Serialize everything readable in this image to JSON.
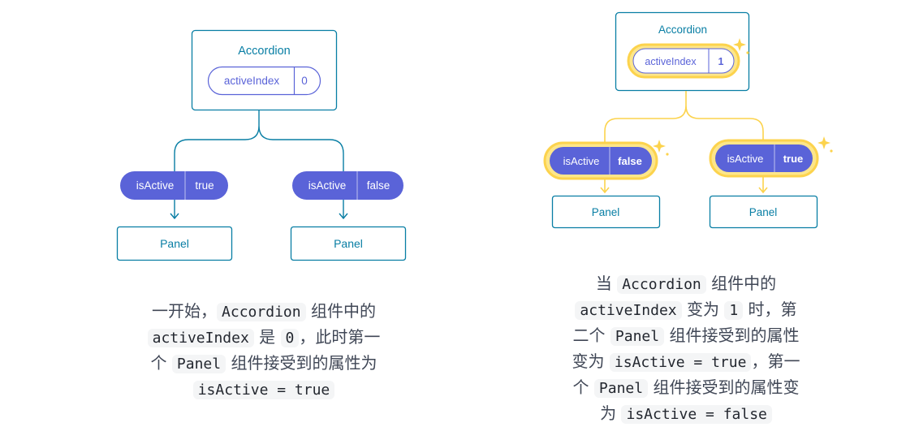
{
  "colors": {
    "box_border": "#087ea4",
    "box_text": "#087ea4",
    "pill_fill": "#5a63d8",
    "pill_text": "#ffffff",
    "connector_left": "#087ea4",
    "highlight": "#fcd34d",
    "highlight_glow": "#fde68a",
    "state_border": "#5a63d8",
    "state_text": "#5a63d8"
  },
  "left": {
    "parent_label": "Accordion",
    "state_name": "activeIndex",
    "state_value": "0",
    "children": [
      {
        "prop_name": "isActive",
        "prop_value": "true",
        "label": "Panel"
      },
      {
        "prop_name": "isActive",
        "prop_value": "false",
        "label": "Panel"
      }
    ],
    "caption": [
      {
        "t": "text",
        "v": "一开始，"
      },
      {
        "t": "code",
        "v": "Accordion"
      },
      {
        "t": "text",
        "v": " 组件中的"
      },
      {
        "t": "br"
      },
      {
        "t": "code",
        "v": "activeIndex"
      },
      {
        "t": "text",
        "v": " 是 "
      },
      {
        "t": "code",
        "v": "0"
      },
      {
        "t": "text",
        "v": "，此时第一"
      },
      {
        "t": "br"
      },
      {
        "t": "text",
        "v": "个 "
      },
      {
        "t": "code",
        "v": "Panel"
      },
      {
        "t": "text",
        "v": " 组件接受到的属性为"
      },
      {
        "t": "br"
      },
      {
        "t": "code",
        "v": "isActive = true"
      }
    ]
  },
  "right": {
    "parent_label": "Accordion",
    "state_name": "activeIndex",
    "state_value": "1",
    "children": [
      {
        "prop_name": "isActive",
        "prop_value": "false",
        "label": "Panel"
      },
      {
        "prop_name": "isActive",
        "prop_value": "true",
        "label": "Panel"
      }
    ],
    "caption": [
      {
        "t": "text",
        "v": "当 "
      },
      {
        "t": "code",
        "v": "Accordion"
      },
      {
        "t": "text",
        "v": " 组件中的"
      },
      {
        "t": "br"
      },
      {
        "t": "code",
        "v": "activeIndex"
      },
      {
        "t": "text",
        "v": " 变为 "
      },
      {
        "t": "code",
        "v": "1"
      },
      {
        "t": "text",
        "v": " 时，第"
      },
      {
        "t": "br"
      },
      {
        "t": "text",
        "v": "二个 "
      },
      {
        "t": "code",
        "v": "Panel"
      },
      {
        "t": "text",
        "v": " 组件接受到的属性"
      },
      {
        "t": "br"
      },
      {
        "t": "text",
        "v": "变为 "
      },
      {
        "t": "code",
        "v": "isActive = true"
      },
      {
        "t": "text",
        "v": "，第一"
      },
      {
        "t": "br"
      },
      {
        "t": "text",
        "v": "个 "
      },
      {
        "t": "code",
        "v": "Panel"
      },
      {
        "t": "text",
        "v": " 组件接受到的属性变"
      },
      {
        "t": "br"
      },
      {
        "t": "text",
        "v": "为 "
      },
      {
        "t": "code",
        "v": "isActive = false"
      }
    ]
  }
}
